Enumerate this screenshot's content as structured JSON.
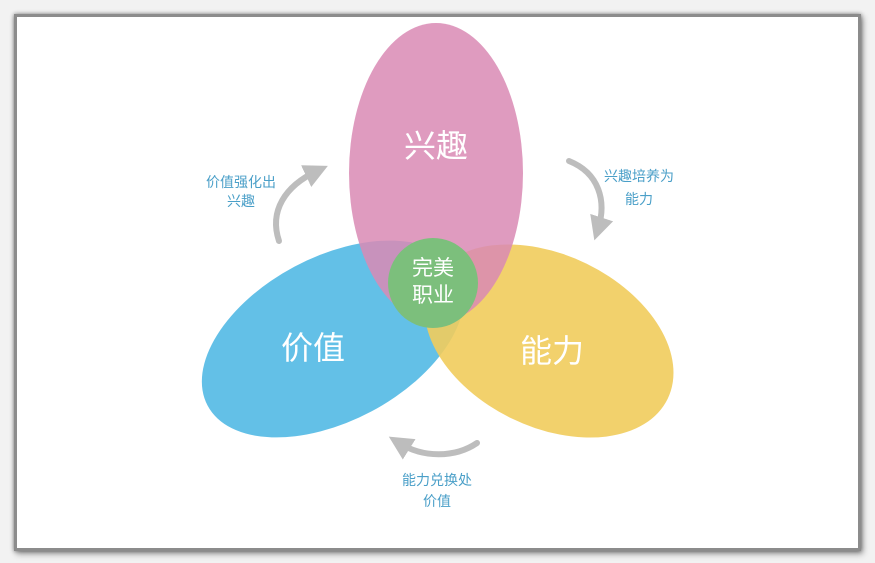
{
  "diagram": {
    "circles": {
      "interest": {
        "label": "兴趣",
        "color": "#d98ab4"
      },
      "value": {
        "label": "价值",
        "color": "#5bbde6"
      },
      "ability": {
        "label": "能力",
        "color": "#f1cc5c"
      }
    },
    "center": {
      "line1": "完美",
      "line2": "职业",
      "color": "#7cbf7c"
    },
    "arrows": {
      "top_left": {
        "line1": "价值强化出",
        "line2": "兴趣"
      },
      "top_right": {
        "line1": "兴趣培养为",
        "line2": "能力"
      },
      "bottom": {
        "line1": "能力兑换处",
        "line2": "价值"
      }
    },
    "colors": {
      "arrow": "#bdbdbd",
      "side_text": "#4a9fc8",
      "frame_border": "#8c8c8c"
    }
  }
}
